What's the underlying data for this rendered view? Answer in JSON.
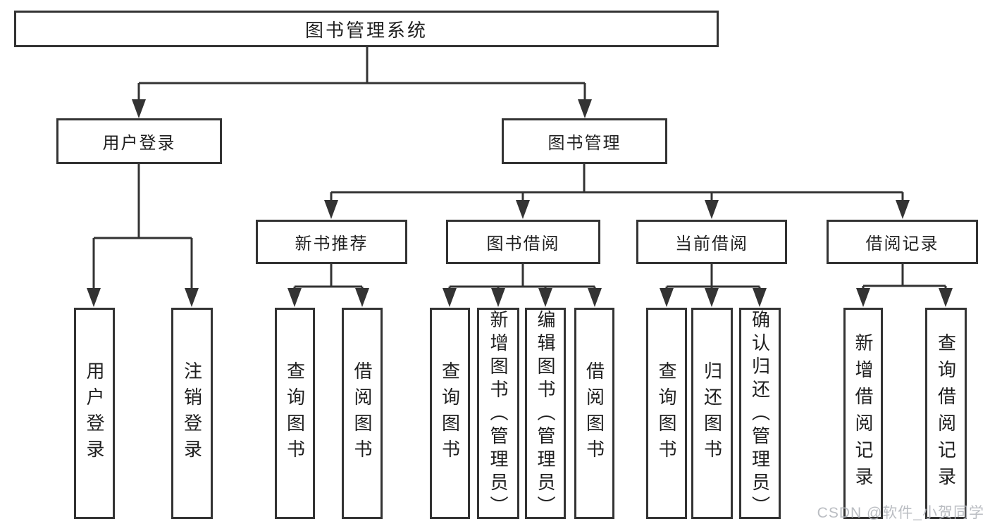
{
  "diagram_title": "图书管理系统",
  "nodes": {
    "root": "图书管理系统",
    "user_login": "用户登录",
    "book_mgmt": "图书管理",
    "new_book_rec": "新书推荐",
    "book_borrow": "图书借阅",
    "current_borrow": "当前借阅",
    "borrow_record": "借阅记录",
    "leaf_user_login": "用户登录",
    "leaf_logout": "注销登录",
    "leaf_query_book_rec": "查询图书",
    "leaf_borrow_book_rec": "借阅图书",
    "leaf_query_book_borrow": "查询图书",
    "leaf_add_book_admin": "新增图书（管理员）",
    "leaf_edit_book_admin": "编辑图书（管理员）",
    "leaf_borrow_book_borrow": "借阅图书",
    "leaf_query_book_current": "查询图书",
    "leaf_return_book": "归还图书",
    "leaf_confirm_return_admin": "确认归还（管理员）",
    "leaf_add_borrow_record": "新增借阅记录",
    "leaf_query_borrow_record": "查询借阅记录"
  },
  "watermark": "CSDN @软件_小贺同学",
  "colors": {
    "line": "#333333",
    "text": "#1f1f1f",
    "background": "#ffffff",
    "watermark": "#b3b6bc"
  }
}
